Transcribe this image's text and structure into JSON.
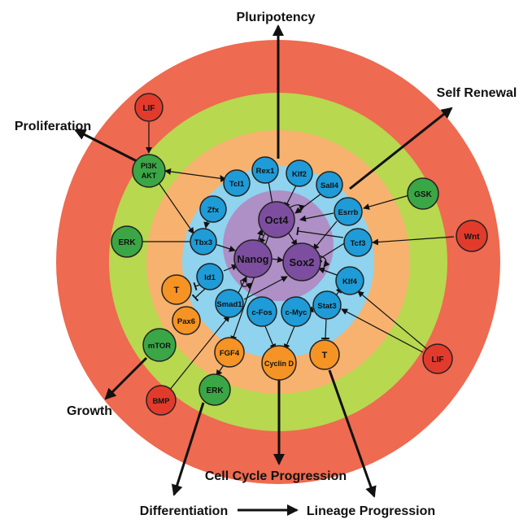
{
  "colors": {
    "ring_outer": "#ee6a50",
    "ring_green": "#b7d84f",
    "ring_orange": "#f7b26f",
    "ring_blue": "#8fd3ee",
    "core_light": "#ae8fc6",
    "core_dark": "#7d4e9f",
    "node_blue": "#1f9bd7",
    "node_green": "#3aa645",
    "node_red": "#e23b2c",
    "node_orange": "#f59324",
    "node_purple": "#7d4e9f"
  },
  "outcomes": {
    "pluripotency": "Pluripotency",
    "self_renewal": "Self Renewal",
    "proliferation": "Proliferation",
    "growth": "Growth",
    "cell_cycle": "Cell Cycle Progression",
    "differentiation": "Differentiation",
    "lineage": "Lineage Progression"
  },
  "nodes": {
    "lif_top": "LIF",
    "pi3k": "PI3K",
    "akt": "AKT",
    "erk_left": "ERK",
    "mtor": "mTOR",
    "bmp": "BMP",
    "erk_bottom": "ERK",
    "gsk": "GSK",
    "wnt": "Wnt",
    "lif_right": "LIF",
    "t_left": "T",
    "pax6": "Pax6",
    "fgf4": "FGF4",
    "cyclin_d": "Cyclin D",
    "t_bottom": "T",
    "rex1": "Rex1",
    "klf2": "Klf2",
    "sall4": "Sall4",
    "esrrb": "Esrrb",
    "tcf3": "Tcf3",
    "klf4": "Klf4",
    "stat3": "Stat3",
    "c_myc": "c-Myc",
    "c_fos": "c-Fos",
    "smad1": "Smad1",
    "id1": "Id1",
    "tbx3": "Tbx3",
    "zfx": "Zfx",
    "tcl1": "Tcl1",
    "oct4": "Oct4",
    "nanog": "Nanog",
    "sox2": "Sox2"
  }
}
